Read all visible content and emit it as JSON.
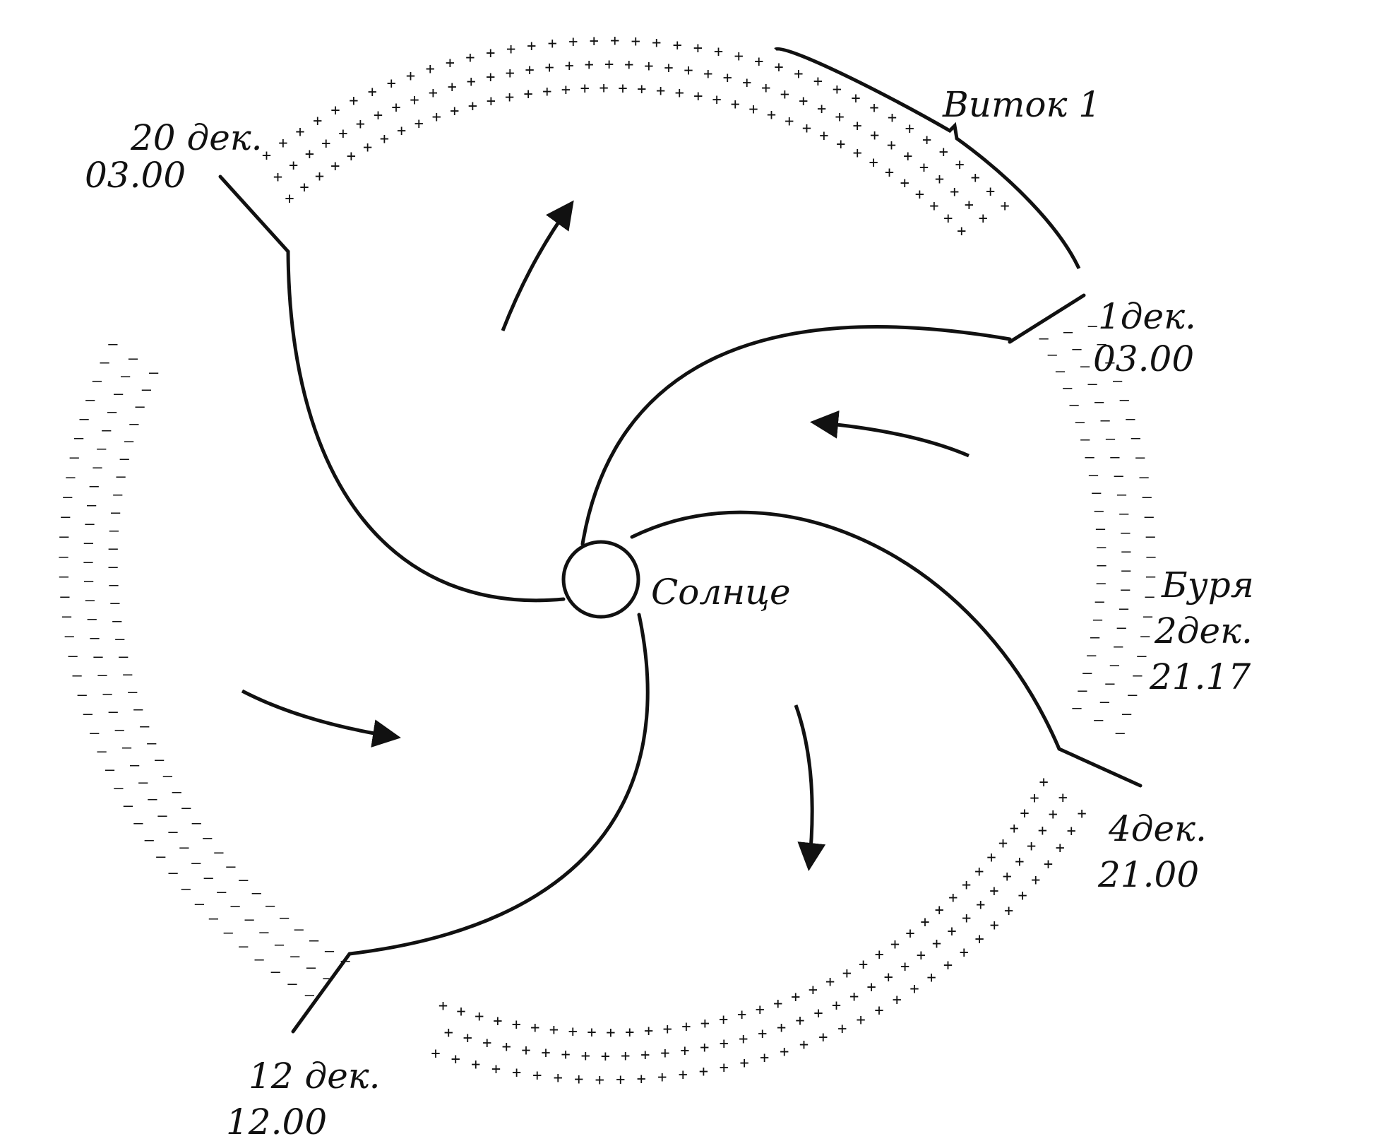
{
  "diagram": {
    "sun_label": "Солнце",
    "orbit_label": "Виток 1",
    "boundaries": [
      {
        "date": "1дек.",
        "time": "03.00"
      },
      {
        "date": "4дек.",
        "time": "21.00"
      },
      {
        "date": "12 дек.",
        "time": "12.00"
      },
      {
        "date": "20 дек.",
        "time": "03.00"
      }
    ],
    "storm": {
      "label": "Буря",
      "date": "2дек.",
      "time": "21.17"
    },
    "sectors": [
      {
        "polarity": "+",
        "extent": "20 дек. 03.00 – 1дек. 03.00"
      },
      {
        "polarity": "−",
        "extent": "1дек. 03.00 – 4дек. 21.00"
      },
      {
        "polarity": "+",
        "extent": "4дек. 21.00 – 12 дек. 12.00"
      },
      {
        "polarity": "−",
        "extent": "12 дек. 12.00 – 20 дек. 03.00"
      }
    ],
    "colors": {
      "ink": "#111111",
      "background": "#ffffff"
    }
  }
}
